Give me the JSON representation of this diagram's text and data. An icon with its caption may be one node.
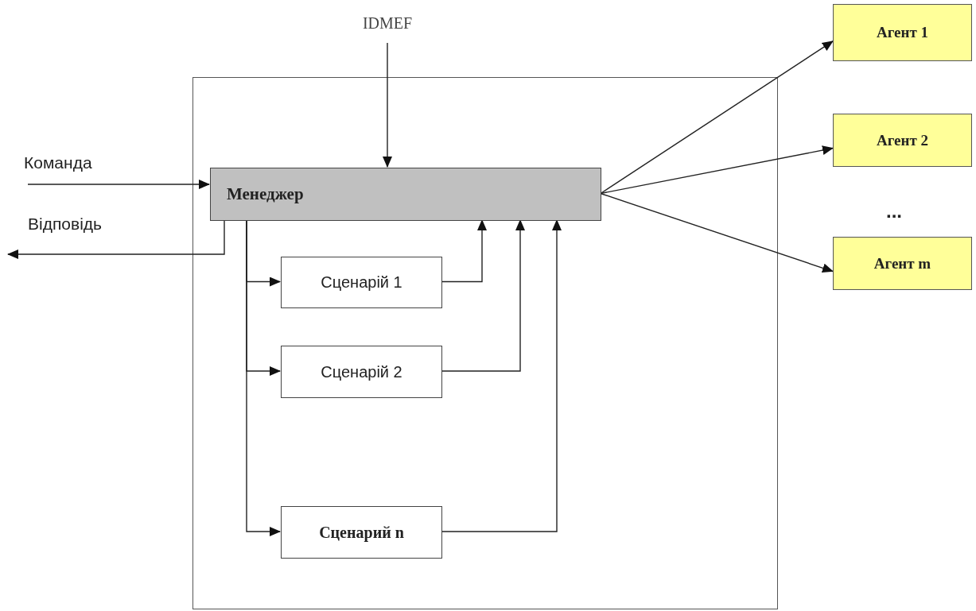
{
  "diagram": {
    "nodes": [
      {
        "text": [],
        "shape": "box"
      },
      {
        "text": [
          "Менеджер"
        ],
        "in": 0
      },
      {
        "text": [
          "Сценарій 1"
        ],
        "in": 0
      },
      {
        "text": [
          "Сценарій 2"
        ],
        "in": 0
      },
      {
        "text": [
          "Сценарий n"
        ],
        "in": 0
      },
      {
        "text": [
          "Агент 1"
        ]
      },
      {
        "text": [
          "Агент 2"
        ]
      },
      {
        "text": [
          "Агент m"
        ]
      },
      {
        "text": [
          "IDMEF"
        ]
      }
    ],
    "edges": [
      {
        "from": 8,
        "to": 1,
        "arrow": "to"
      },
      {
        "from": null,
        "to": 1,
        "arrow": "to",
        "label": "Команда"
      },
      {
        "from": 1,
        "to": null,
        "arrow": "to",
        "label": "Відповідь"
      },
      {
        "from": 1,
        "to": 2,
        "arrow": "to"
      },
      {
        "from": 1,
        "to": 3,
        "arrow": "to"
      },
      {
        "from": 1,
        "to": 4,
        "arrow": "to"
      },
      {
        "from": 2,
        "to": 1,
        "arrow": "to"
      },
      {
        "from": 3,
        "to": 1,
        "arrow": "to"
      },
      {
        "from": 4,
        "to": 1,
        "arrow": "to"
      },
      {
        "from": 1,
        "to": 5,
        "arrow": "to"
      },
      {
        "from": 1,
        "to": 6,
        "arrow": "to"
      },
      {
        "from": 1,
        "to": 7,
        "arrow": "to"
      }
    ],
    "labels": [
      "..."
    ]
  }
}
